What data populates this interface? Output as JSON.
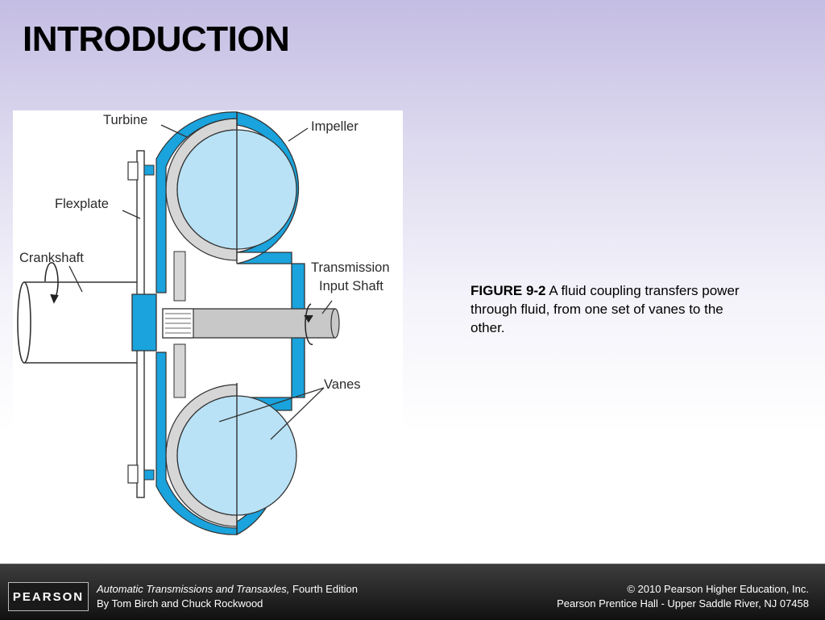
{
  "slide": {
    "title": "INTRODUCTION"
  },
  "figure": {
    "labels": {
      "turbine": "Turbine",
      "impeller": "Impeller",
      "flexplate": "Flexplate",
      "crankshaft": "Crankshaft",
      "transmission_line1": "Transmission",
      "transmission_line2": "Input Shaft",
      "vanes": "Vanes"
    },
    "colors": {
      "impeller_blue": "#1aa3dd",
      "fluid_light": "#b9e2f6",
      "turbine_gray": "#d6d6d6",
      "shaft_gray": "#c8c8c8"
    }
  },
  "caption": {
    "figure_number": "FIGURE 9-2",
    "text": " A fluid coupling transfers power through fluid, from one set of vanes to the other."
  },
  "footer": {
    "logo_text": "PEARSON",
    "book_title": "Automatic Transmissions and Transaxles,",
    "edition": " Fourth Edition",
    "authors": "By Tom Birch and Chuck Rockwood",
    "copyright": "© 2010 Pearson Higher Education, Inc.",
    "publisher": "Pearson Prentice Hall - Upper Saddle River, NJ 07458"
  }
}
